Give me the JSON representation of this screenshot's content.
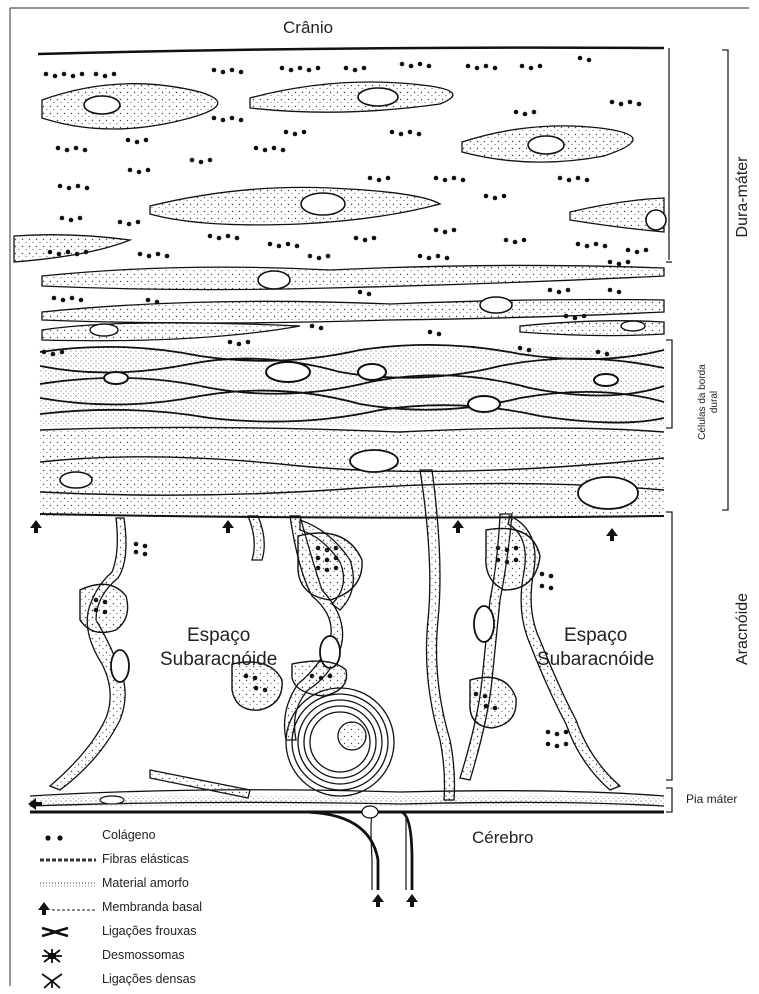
{
  "labels": {
    "cranio": "Crânio",
    "dura_mater": "Dura-máter",
    "celulas_borda_dural_1": "Células da borda",
    "celulas_borda_dural_2": "dural",
    "aracnoide": "Aracnóide",
    "pia_mater": "Pia máter",
    "espaco_1_line1": "Espaço",
    "espaco_1_line2": "Subaracnóide",
    "espaco_2_line1": "Espaço",
    "espaco_2_line2": "Subaracnóide",
    "cerebro": "Cérebro"
  },
  "legend": [
    {
      "icon": "collagen-dots-icon",
      "label": "Colágeno"
    },
    {
      "icon": "elastic-fiber-icon",
      "label": "Fibras elásticas"
    },
    {
      "icon": "amorphous-material-icon",
      "label": "Material amorfo"
    },
    {
      "icon": "basal-membrane-icon",
      "label": "Membranda basal"
    },
    {
      "icon": "loose-junction-icon",
      "label": "Ligações frouxas"
    },
    {
      "icon": "desmosome-icon",
      "label": "Desmossomas"
    },
    {
      "icon": "dense-junction-icon",
      "label": "Ligações densas"
    }
  ],
  "colors": {
    "ink": "#111111",
    "stipple": "#555555",
    "background": "#ffffff"
  }
}
